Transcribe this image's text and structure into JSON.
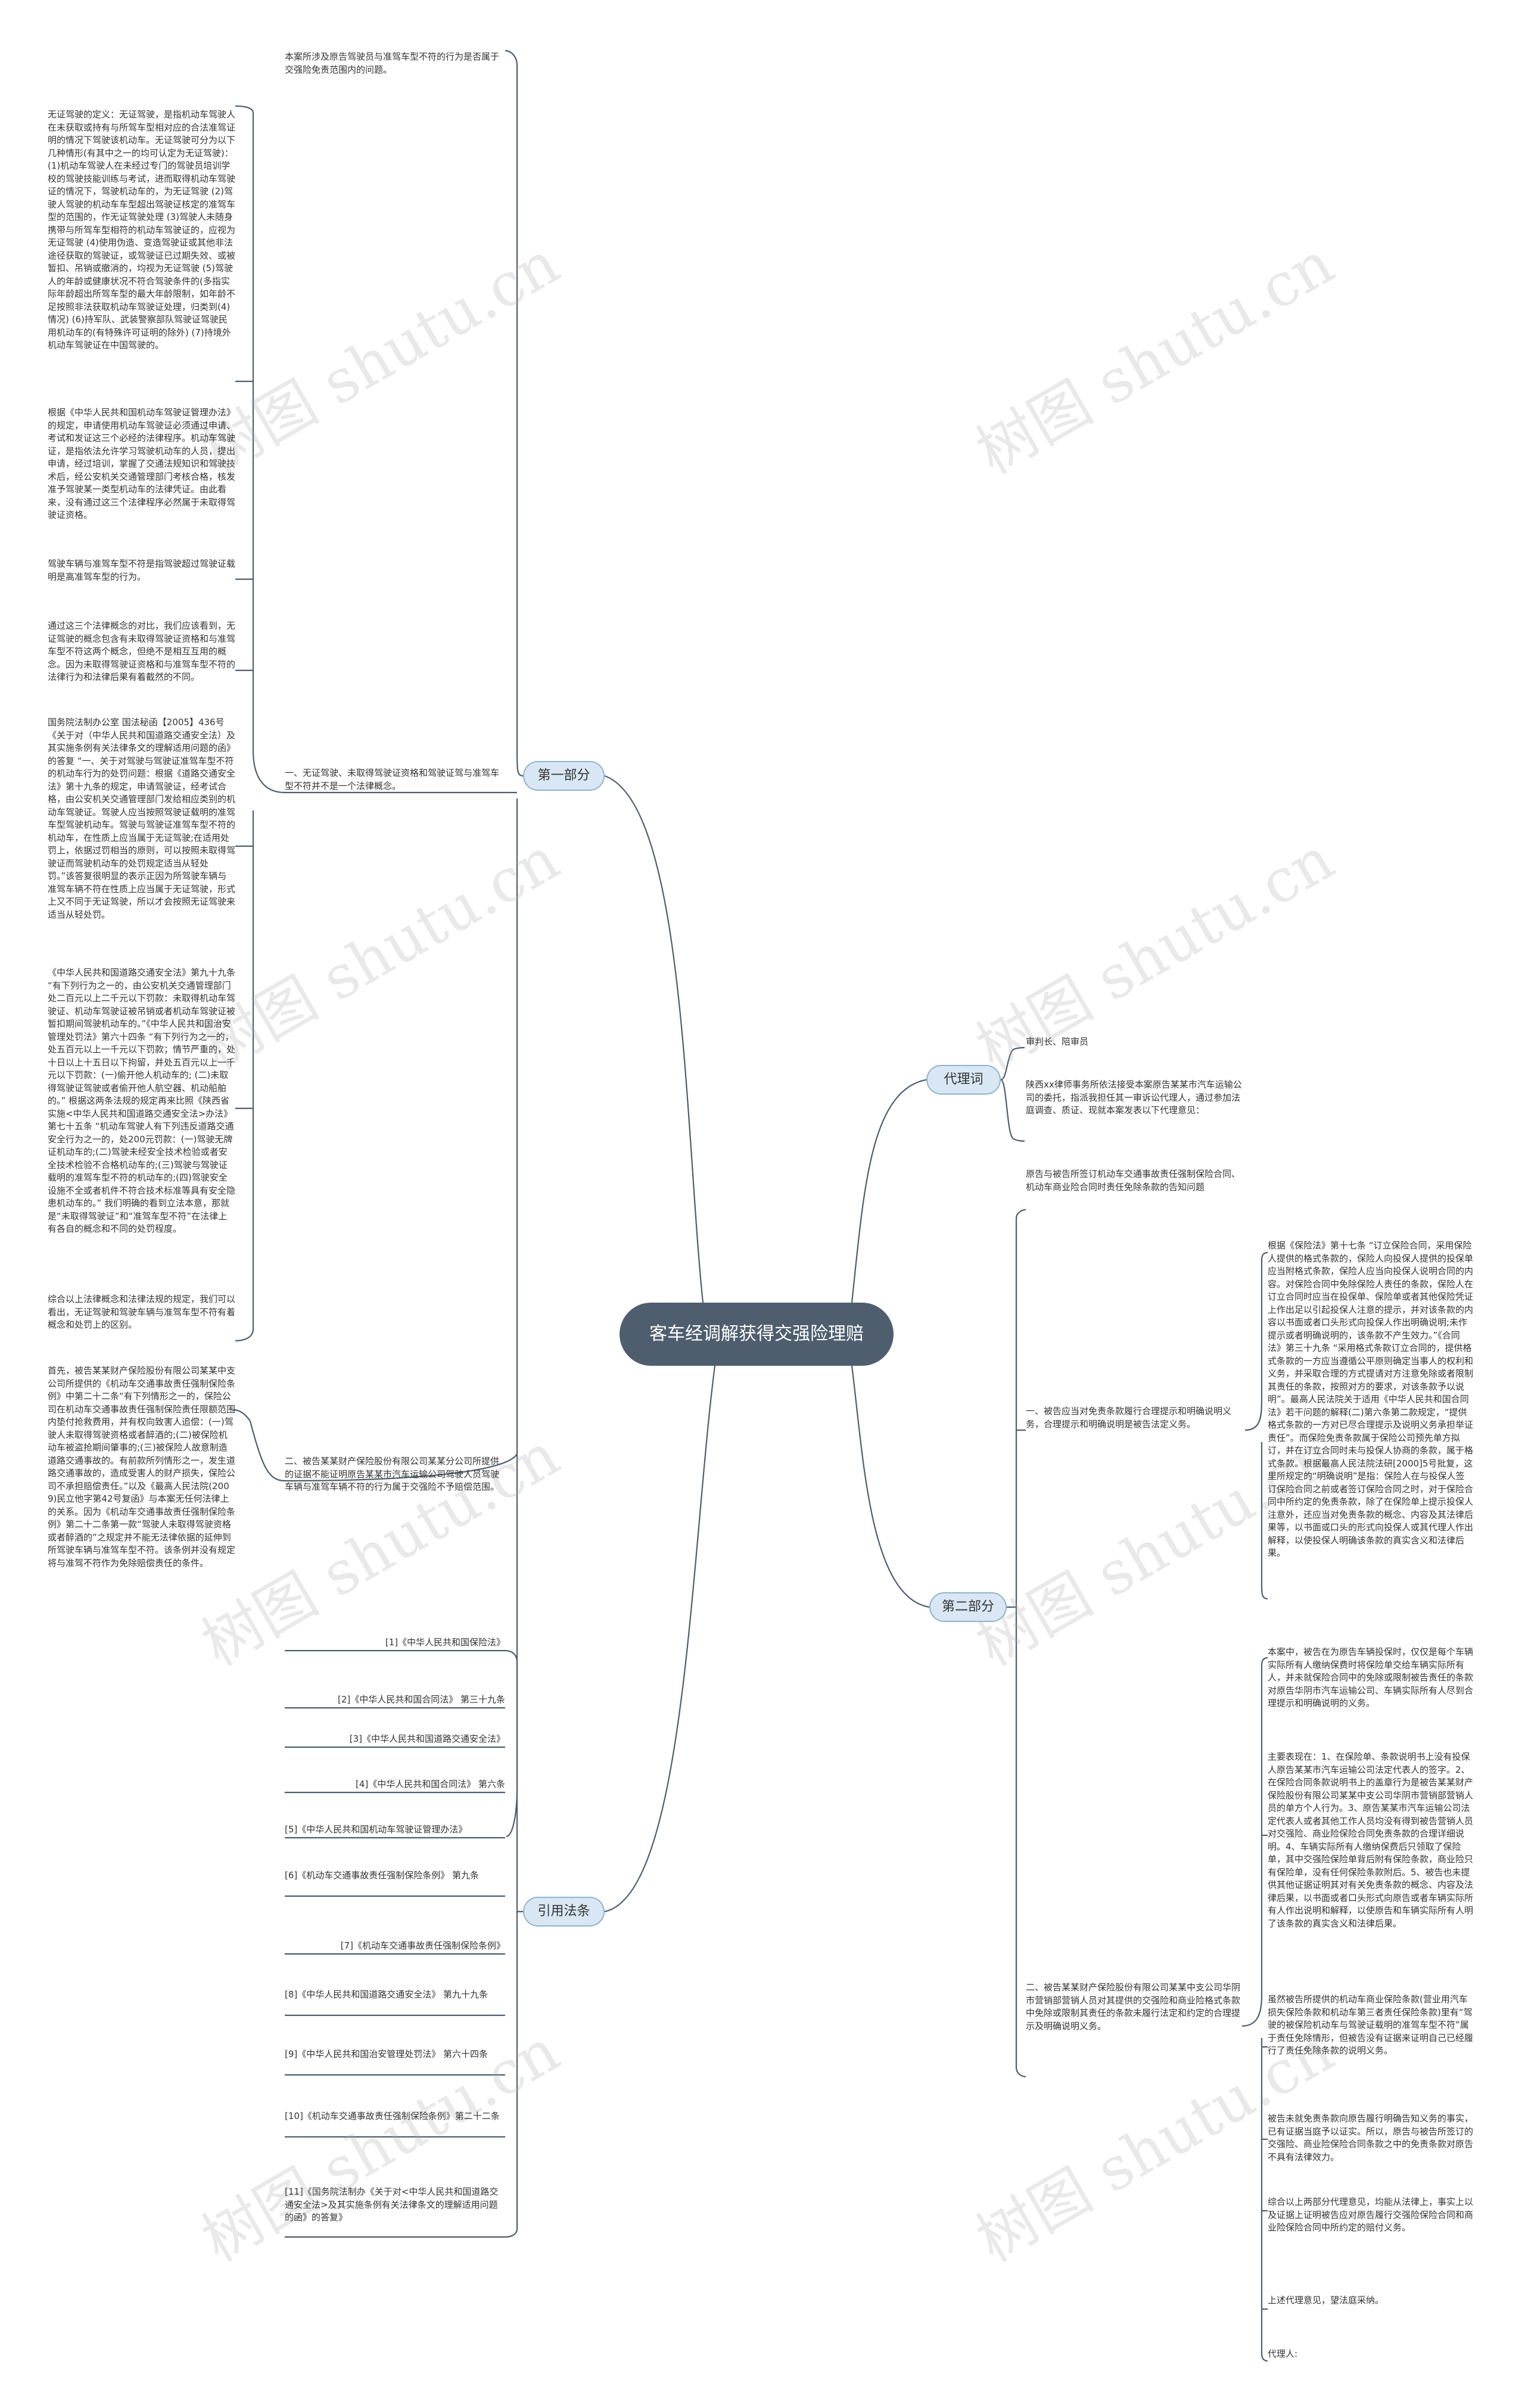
{
  "root": {
    "title": "客车经调解获得交强险理赔"
  },
  "watermark": {
    "text": "树图 shutu.cn"
  },
  "colors": {
    "root_bg": "#4e5e6e",
    "branch_bg": "#d8e7f3",
    "branch_border": "#8fb3cf",
    "line": "#4e5e6e"
  },
  "branches": {
    "part1": "第一部分",
    "agent": "代理词",
    "part2": "第二部分",
    "law": "引用法条"
  },
  "part1": {
    "intro": "本案所涉及原告驾驶员与准驾车型不符的行为是否属于交强险免责范围内的问题。",
    "sub1": "一、无证驾驶、未取得驾驶证资格和驾驶证驾与准驾车型不符并不是一个法律概念。",
    "p1": "无证驾驶的定义：无证驾驶，是指机动车驾驶人在未获取或持有与所驾车型相对应的合法准驾证明的情况下驾驶该机动车。无证驾驶可分为以下几种情形(有其中之一的均可认定为无证驾驶)：(1)机动车驾驶人在未经过专门的驾驶员培训学校的驾驶技能训练与考试，进而取得机动车驾驶证的情况下，驾驶机动车的，为无证驾驶 (2)驾驶人驾驶的机动车车型超出驾驶证核定的准驾车型的范围的，作无证驾驶处理 (3)驾驶人未随身携带与所驾车型相符的机动车驾驶证的，应视为无证驾驶 (4)使用伪造、变造驾驶证或其他非法途径获取的驾驶证，或驾驶证已过期失效、或被暂扣、吊销或撤消的，均视为无证驾驶 (5)驾驶人的年龄或健康状况不符合驾驶条件的(多指实际年龄超出所驾车型的最大年龄限制，如年龄不足按照非法获取机动车驾驶证处理，归类到(4)情况) (6)持军队、武装警察部队驾驶证驾驶民用机动车的(有特殊许可证明的除外) (7)持境外机动车驾驶证在中国驾驶的。",
    "p2": "根据《中华人民共和国机动车驾驶证管理办法》的规定，申请使用机动车驾驶证必须通过申请、考试和发证这三个必经的法律程序。机动车驾驶证，是指依法允许学习驾驶机动车的人员，提出申请，经过培训，掌握了交通法规知识和驾驶技术后，经公安机关交通管理部门考核合格，核发准予驾驶某一类型机动车的法律凭证。由此看来，没有通过这三个法律程序必然属于未取得驾驶证资格。",
    "p3": "驾驶车辆与准驾车型不符是指驾驶超过驾驶证载明是高准驾车型的行为。",
    "p4": "通过这三个法律概念的对比，我们应该看到，无证驾驶的概念包含有未取得驾驶证资格和与准驾车型不符这两个概念，但绝不是相互互用的概念。因为未取得驾驶证资格和与准驾车型不符的法律行为和法律后果有着截然的不同。",
    "p5": "国务院法制办公室 国法秘函【2005】436号《关于对（中华人民共和国道路交通安全法）及其实施条例有关法律条文的理解适用问题的函》的答复 “一、关于对驾驶与驾驶证准驾车型不符的机动车行为的处罚问题：根据《道路交通安全法》第十九条的规定，申请驾驶证，经考试合格，由公安机关交通管理部门发给相应类别的机动车驾驶证。驾驶人应当按照驾驶证载明的准驾车型驾驶机动车。驾驶与驾驶证准驾车型不符的机动车，在性质上应当属于无证驾驶;在适用处罚上，依据过罚相当的原则，可以按照未取得驾驶证而驾驶机动车的处罚规定适当从轻处罚。”该答复很明显的表示正因为所驾驶车辆与准驾车辆不符在性质上应当属于无证驾驶，形式上又不同于无证驾驶，所以才会按照无证驾驶来适当从轻处罚。",
    "p6": "《中华人民共和国道路交通安全法》第九十九条 “有下列行为之一的，由公安机关交通管理部门处二百元以上二千元以下罚款：未取得机动车驾驶证、机动车驾驶证被吊销或者机动车驾驶证被暂扣期间驾驶机动车的。”《中华人民共和国治安管理处罚法》第六十四条 “有下列行为之一的，处五百元以上一千元以下罚款；情节严重的，处十日以上十五日以下拘留，并处五百元以上一千元以下罚款：(一)偷开他人机动车的; (二)未取得驾驶证驾驶或者偷开他人航空器、机动船舶的。” 根据这两条法规的规定再来比照《陕西省实施<中华人民共和国道路交通安全法>办法》第七十五条 “机动车驾驶人有下列违反道路交通安全行为之一的，处200元罚款：(一)驾驶无牌证机动车的;(二)驾驶未经安全技术检验或者安全技术检验不合格机动车的;(三)驾驶与驾驶证载明的准驾车型不符的机动车的;(四)驾驶安全设施不全或者机件不符合技术标准等具有安全隐患机动车的。” 我们明确的看到立法本意，那就是“未取得驾驶证”和“准驾车型不符”在法律上有各自的概念和不同的处罚程度。",
    "p7": "综合以上法律概念和法律法规的规定，我们可以看出，无证驾驶和驾驶车辆与准驾车型不符有着概念和处罚上的区别。",
    "sub2": "二、被告某某财产保险股份有限公司某某分公司所提供的证据不能证明原告某某市汽车运输公司驾驶人员驾驶车辆与准驾车辆不符的行为属于交强险不予赔偿范围。",
    "p8": "首先，被告某某财产保险股份有限公司某某中支公司所提供的《机动车交通事故责任强制保险条例》中第二十二条“有下列情形之一的，保险公司在机动车交通事故责任强制保险责任限额范围内垫付抢救费用，并有权向致害人追偿：(一)驾驶人未取得驾驶资格或者醉酒的;(二)被保险机动车被盗抢期间肇事的;(三)被保险人故意制造道路交通事故的。有前款所列情形之一，发生道路交通事故的，造成受害人的财产损失，保险公司不承担赔偿责任。”以及《最高人民法院(2009)民立他字第42号复函》与本案无任何法律上的关系。因为《机动车交通事故责任强制保险条例》第二十二条第一款“驾驶人未取得驾驶资格或者醉酒的”之规定并不能无法律依据的延伸到所驾驶车辆与准驾车型不符。该条例并没有规定将与准驾不符作为免除赔偿责任的条件。"
  },
  "agent": {
    "a1": "审判长、陪审员",
    "a2": "陕西xx律师事务所依法接受本案原告某某市汽车运输公司的委托，指派我担任其一审诉讼代理人，通过参加法庭调查、质证、现就本案发表以下代理意见："
  },
  "part2": {
    "intro": "原告与被告所签订机动车交通事故责任强制保险合同、机动车商业险合同时责任免除条款的告知问题",
    "sub1": "一、被告应当对免责条款履行合理提示和明确说明义务，合理提示和明确说明是被告法定义务。",
    "q1": "根据《保险法》第十七条 “订立保险合同，采用保险人提供的格式条款的，保险人向投保人提供的投保单应当附格式条款，保险人应当向投保人说明合同的内容。对保险合同中免除保险人责任的条款，保险人在订立合同时应当在投保单、保险单或者其他保险凭证上作出足以引起投保人注意的提示，并对该条款的内容以书面或者口头形式向投保人作出明确说明;未作提示或者明确说明的，该条款不产生效力。”《合同法》第三十九条 “采用格式条款订立合同的，提供格式条款的一方应当遵循公平原则确定当事人的权利和义务，并采取合理的方式提请对方注意免除或者限制其责任的条款，按照对方的要求，对该条款予以说明”。最高人民法院关于适用《中华人民共和国合同法》若干问题的解释(二)第六条第二款规定，“提供格式条款的一方对已尽合理提示及说明义务承担举证责任”。而保险免责条款属于保险公司预先单方拟订，并在订立合同时未与投保人协商的条款，属于格式条款。根据最高人民法院法研[2000]5号批复，这里所规定的“明确说明”是指：保险人在与投保人签订保险合同之前或者签订保险合同之时，对于保险合同中所约定的免责条款，除了在保险单上提示投保人注意外，还应当对免责条款的概念、内容及其法律后果等，以书面或口头的形式向投保人或其代理人作出解释，以使投保人明确该条款的真实含义和法律后果。",
    "sub2": "二、被告某某财产保险股份有限公司某某中支公司华阴市营销部营销人员对其提供的交强险和商业险格式条款中免除或限制其责任的条款未履行法定和约定的合理提示及明确说明义务。",
    "q2": "本案中，被告在为原告车辆投保时，仅仅是每个车辆实际所有人缴纳保费时将保险单交给车辆实际所有人，并未就保险合同中的免除或限制被告责任的条款对原告华阴市汽车运输公司、车辆实际所有人尽到合理提示和明确说明的义务。",
    "q3": "主要表现在：1、在保险单、条款说明书上没有投保人原告某某市汽车运输公司法定代表人的签字。2、在保险合同条款说明书上的盖章行为是被告某某财产保险股份有限公司某某中支公司华阴市营销部营销人员的单方个人行为。3、原告某某市汽车运输公司法定代表人或者其他工作人员均没有得到被告营销人员对交强险、商业险保险合同免责条款的合理详细说明。4、车辆实际所有人缴纳保费后只领取了保险单，其中交强险保险单背后附有保险条款，商业险只有保险单，没有任何保险条款附后。5、被告也未提供其他证据证明其对有关免责条款的概念、内容及法律后果，以书面或者口头形式向原告或者车辆实际所有人作出说明和解释，以使原告和车辆实际所有人明了该条款的真实含义和法律后果。",
    "q4": "虽然被告所提供的机动车商业保险条款(营业用汽车损失保险条款和机动车第三者责任保险条款)里有“驾驶的被保险机动车与驾驶证载明的准驾车型不符”属于责任免除情形，但被告没有证据来证明自己已经履行了责任免除条款的说明义务。",
    "q5": "被告未就免责条款向原告履行明确告知义务的事实，已有证据当庭予以证实。所以，原告与被告所签订的交强险、商业险保险合同条款之中的免责条款对原告不具有法律效力。",
    "q6": "综合以上两部分代理意见，均能从法律上，事实上以及证据上证明被告应对原告履行交强险保险合同和商业险保险合同中所约定的赔付义务。",
    "q7": "上述代理意见，望法庭采纳。",
    "q8": "代理人:"
  },
  "law": {
    "items": [
      "[1]《中华人民共和国保险法》",
      "[2]《中华人民共和国合同法》 第三十九条",
      "[3]《中华人民共和国道路交通安全法》",
      "[4]《中华人民共和国合同法》 第六条",
      "[5]《中华人民共和国机动车驾驶证管理办法》",
      "[6]《机动车交通事故责任强制保险条例》 第九条",
      "[7]《机动车交通事故责任强制保险条例》",
      "[8]《中华人民共和国道路交通安全法》 第九十九条",
      "[9]《中华人民共和国治安管理处罚法》 第六十四条",
      "[10]《机动车交通事故责任强制保险条例》第二十二条",
      "[11]《国务院法制办《关于对<中华人民共和国道路交通安全法>及其实施条例有关法律条文的理解适用问题的函》的答复》"
    ]
  }
}
